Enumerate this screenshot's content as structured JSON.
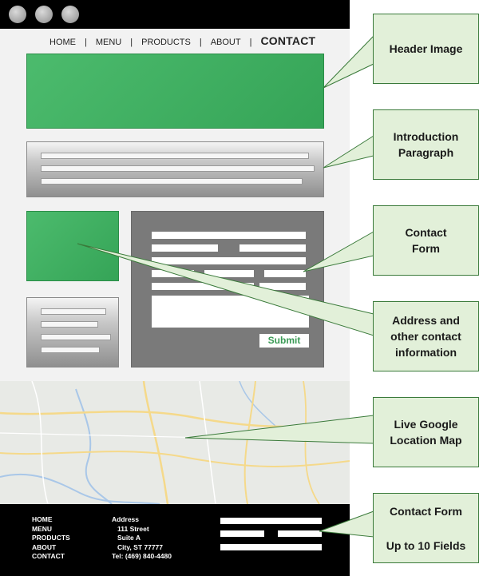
{
  "nav": {
    "home": "HOME",
    "menu": "MENU",
    "products": "PRODUCTS",
    "about": "ABOUT",
    "contact": "CONTACT",
    "separator": "|"
  },
  "form": {
    "submit_label": "Submit"
  },
  "footer": {
    "nav_items": [
      "HOME",
      "MENU",
      "PRODUCTS",
      "ABOUT",
      "CONTACT"
    ],
    "address_label": "Address",
    "street": "111 Street",
    "suite": "Suite A",
    "city": "City, ST 77777",
    "phone": "Tel: (469) 840-4480"
  },
  "callouts": {
    "header_image": "Header Image",
    "intro": "Introduction Paragraph",
    "contact_form": "Contact Form",
    "address": "Address and other contact information",
    "map": "Live Google Location Map",
    "footer_form_title": "Contact Form",
    "footer_form_note": "Up to 10 Fields"
  },
  "colors": {
    "accent_green": "#3aaa5c",
    "callout_fill": "#e2f0d9",
    "callout_border": "#3a7a3a",
    "form_gray": "#7a7a7a"
  }
}
